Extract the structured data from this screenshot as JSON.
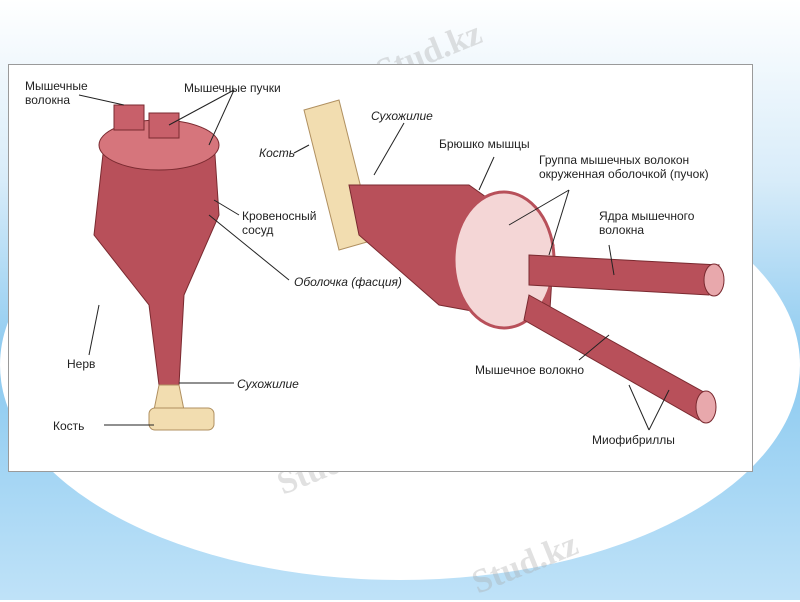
{
  "watermark": "Stud.kz - Stud.kz",
  "watermark_short": "Stud.kz",
  "left_figure": {
    "muscle_fibers": "Мышечные\nволокна",
    "muscle_bundles": "Мышечные пучки",
    "blood_vessel": "Кровеносный\nсосуд",
    "fascia": "Оболочка (фасция)",
    "nerve": "Нерв",
    "tendon": "Сухожилие",
    "bone": "Кость"
  },
  "right_figure": {
    "bone": "Кость",
    "tendon": "Сухожилие",
    "belly": "Брюшко мышцы",
    "bundle_group": "Группа мышечных волокон\nокруженная оболочкой (пучок)",
    "nuclei": "Ядра мышечного\nволокна",
    "fiber": "Мышечное волокно",
    "myofibrils": "Миофибриллы"
  },
  "colors": {
    "muscle": "#b8505a",
    "muscle_light": "#e8a8ac",
    "bone": "#f2ddb0",
    "panel_border": "#9a9a9a"
  }
}
